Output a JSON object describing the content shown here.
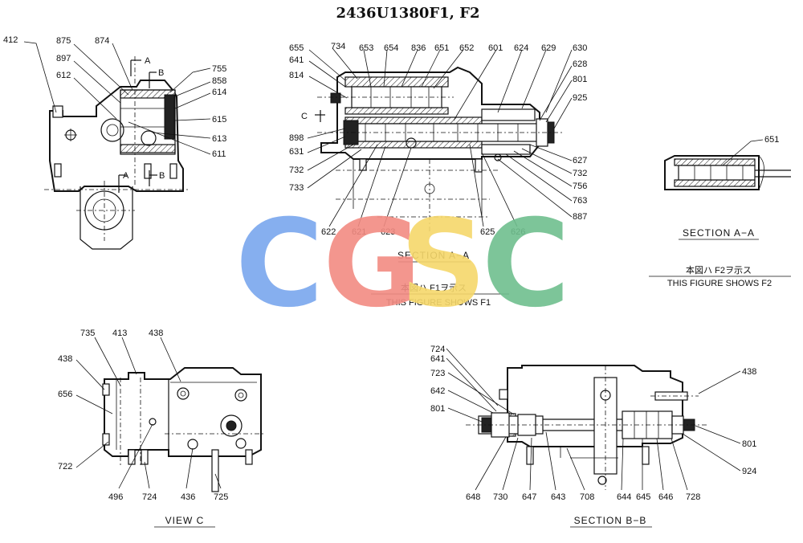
{
  "title": "2436U1380F1, F2",
  "watermark": {
    "letters": [
      "C",
      "G",
      "S",
      "C"
    ],
    "colors": [
      "#7aa7ee",
      "#f28b82",
      "#f6d86b",
      "#6fbf8e"
    ]
  },
  "views": {
    "side": {
      "labels": [
        "412",
        "875",
        "874",
        "897",
        "612",
        "755",
        "858",
        "614",
        "615",
        "613",
        "611"
      ],
      "section_marks": [
        "A",
        "B",
        "A",
        "B"
      ]
    },
    "section_aa_f1": {
      "caption": "SECTION  A−A",
      "note_jp": "本図ハ F1ヲ示ス",
      "note_en": "THIS FIGURE SHOWS      F1",
      "view_mark": "C",
      "labels_top": [
        "655",
        "734",
        "653",
        "654",
        "836",
        "651",
        "652",
        "601",
        "624",
        "629",
        "630"
      ],
      "labels_left": [
        "641",
        "814",
        "898",
        "631",
        "732",
        "733"
      ],
      "labels_right": [
        "628",
        "801",
        "925",
        "627",
        "732",
        "756",
        "763",
        "887"
      ],
      "labels_bottom": [
        "622",
        "621",
        "623",
        "625",
        "626"
      ]
    },
    "section_aa_f2": {
      "caption": "SECTION  A−A",
      "note_jp": "本図ハ F2ヲ示ス",
      "note_en": "THIS FIGURE SHOWS      F2",
      "labels": [
        "651"
      ]
    },
    "view_c": {
      "caption": "VIEW   C",
      "labels_top": [
        "735",
        "413",
        "438"
      ],
      "labels_left": [
        "438",
        "656",
        "722"
      ],
      "labels_bottom": [
        "496",
        "724",
        "436",
        "725"
      ]
    },
    "section_bb": {
      "caption": "SECTION  B−B",
      "labels_left": [
        "724",
        "641",
        "723",
        "642",
        "801"
      ],
      "labels_right": [
        "438",
        "801",
        "924"
      ],
      "labels_bottom": [
        "648",
        "730",
        "647",
        "643",
        "708",
        "644",
        "645",
        "646",
        "728"
      ]
    }
  }
}
